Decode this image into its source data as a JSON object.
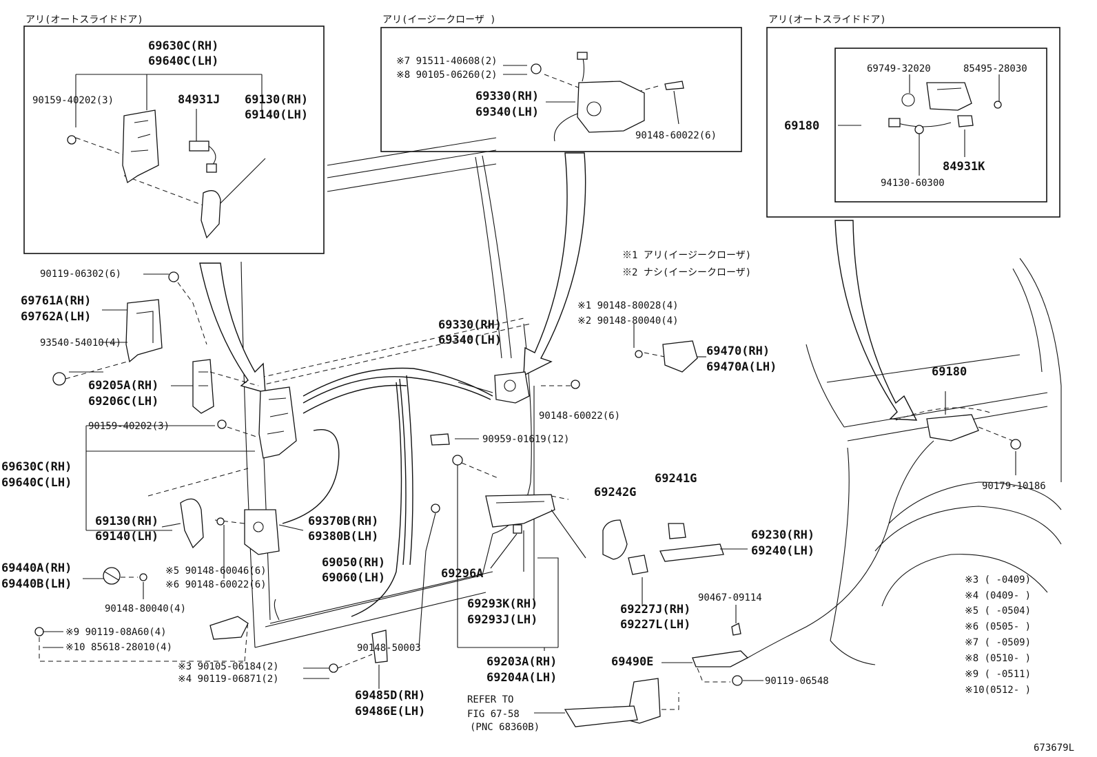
{
  "captions": {
    "box_left": "アリ(オートスライドドア)",
    "box_mid": "アリ(イージークローザ )",
    "box_right": "アリ(オートスライドドア)"
  },
  "notes": {
    "n1": "※1 アリ(イージークローザ)",
    "n2": "※2 ナシ(イーシークローザ)"
  },
  "legend": [
    "※3 (    -0409)",
    "※4 (0409-    )",
    "※5 (    -0504)",
    "※6 (0505-    )",
    "※7 (    -0509)",
    "※8 (0510-    )",
    "※9 (    -0511)",
    "※10(0512-    )"
  ],
  "refer": {
    "line1": "REFER TO",
    "line2": "FIG 67-58",
    "line3": "(PNC 68360B)"
  },
  "figure_id": "673679L",
  "parts": {
    "p69630c_rh_top": "69630C(RH)",
    "p69640c_lh_top": "69640C(LH)",
    "p90159_top": "90159-40202(3)",
    "p84931j": "84931J",
    "p69130_rh_top": "69130(RH)",
    "p69140_lh_top": "69140(LH)",
    "p91511": "※7 91511-40608(2)",
    "p90105_06260": "※8 90105-06260(2)",
    "p69330_rh_mid": "69330(RH)",
    "p69340_lh_mid": "69340(LH)",
    "p90148_60022_mid": "90148-60022(6)",
    "p69749": "69749-32020",
    "p85495": "85495-28030",
    "p69180_box": "69180",
    "p84931k": "84931K",
    "p94130": "94130-60300",
    "p90119_06302": "90119-06302(6)",
    "p69761a": "69761A(RH)",
    "p69762a": "69762A(LH)",
    "p93540": "93540-54010(4)",
    "p69205a": "69205A(RH)",
    "p69206c": "69206C(LH)",
    "p90159_main": "90159-40202(3)",
    "p69630c_rh_main": "69630C(RH)",
    "p69640c_lh_main": "69640C(LH)",
    "p69130_rh_main": "69130(RH)",
    "p69140_lh_main": "69140(LH)",
    "p69440a": "69440A(RH)",
    "p69440b": "69440B(LH)",
    "p90148_80040_low": "90148-80040(4)",
    "p90119_08a60": "※9  90119-08A60(4)",
    "p85618": "※10 85618-28010(4)",
    "p90105_06184": "※3 90105-06184(2)",
    "p90119_06871": "※4 90119-06871(2)",
    "p90148_60046": "※5 90148-60046(6)",
    "p90148_60022_s6": "※6 90148-60022(6)",
    "p69370b": "69370B(RH)",
    "p69380b": "69380B(LH)",
    "p69050": "69050(RH)",
    "p69060": "69060(LH)",
    "p69330_rh_main": "69330(RH)",
    "p69340_lh_main": "69340(LH)",
    "p90148_60022_main": "90148-60022(6)",
    "p90959": "90959-01619(12)",
    "p69296a": "69296A",
    "p69293k": "69293K(RH)",
    "p69293j": "69293J(LH)",
    "p90148_50003": "90148-50003",
    "p69203a": "69203A(RH)",
    "p69204a": "69204A(LH)",
    "p69485d": "69485D(RH)",
    "p69486e": "69486E(LH)",
    "p90148_80028": "※1 90148-80028(4)",
    "p90148_80040_n2": "※2 90148-80040(4)",
    "p69470": "69470(RH)",
    "p69470a": "69470A(LH)",
    "p69242g": "69242G",
    "p69241g": "69241G",
    "p69230": "69230(RH)",
    "p69240": "69240(LH)",
    "p69227j": "69227J(RH)",
    "p69227l": "69227L(LH)",
    "p90467": "90467-09114",
    "p69490e": "69490E",
    "p90119_06548": "90119-06548",
    "p69180_main": "69180",
    "p90179": "90179-10186"
  }
}
